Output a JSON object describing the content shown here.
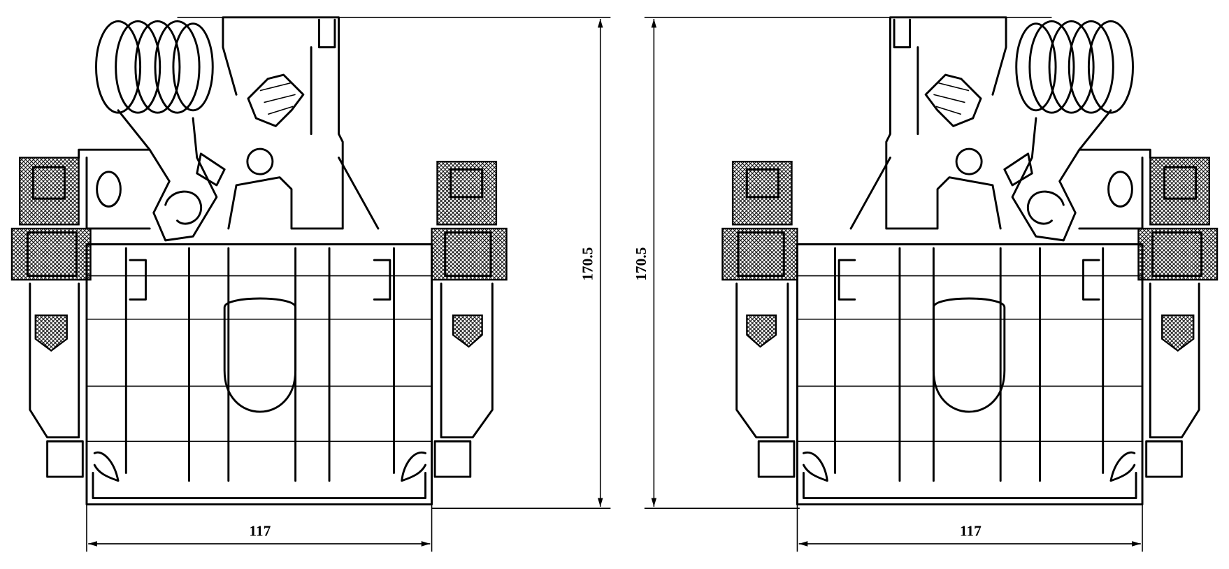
{
  "drawing": {
    "left_view": {
      "height_dimension": "170.5",
      "width_dimension": "117"
    },
    "right_view": {
      "height_dimension": "170.5",
      "width_dimension": "117"
    },
    "colors": {
      "line": "#000000",
      "background": "#ffffff"
    }
  }
}
